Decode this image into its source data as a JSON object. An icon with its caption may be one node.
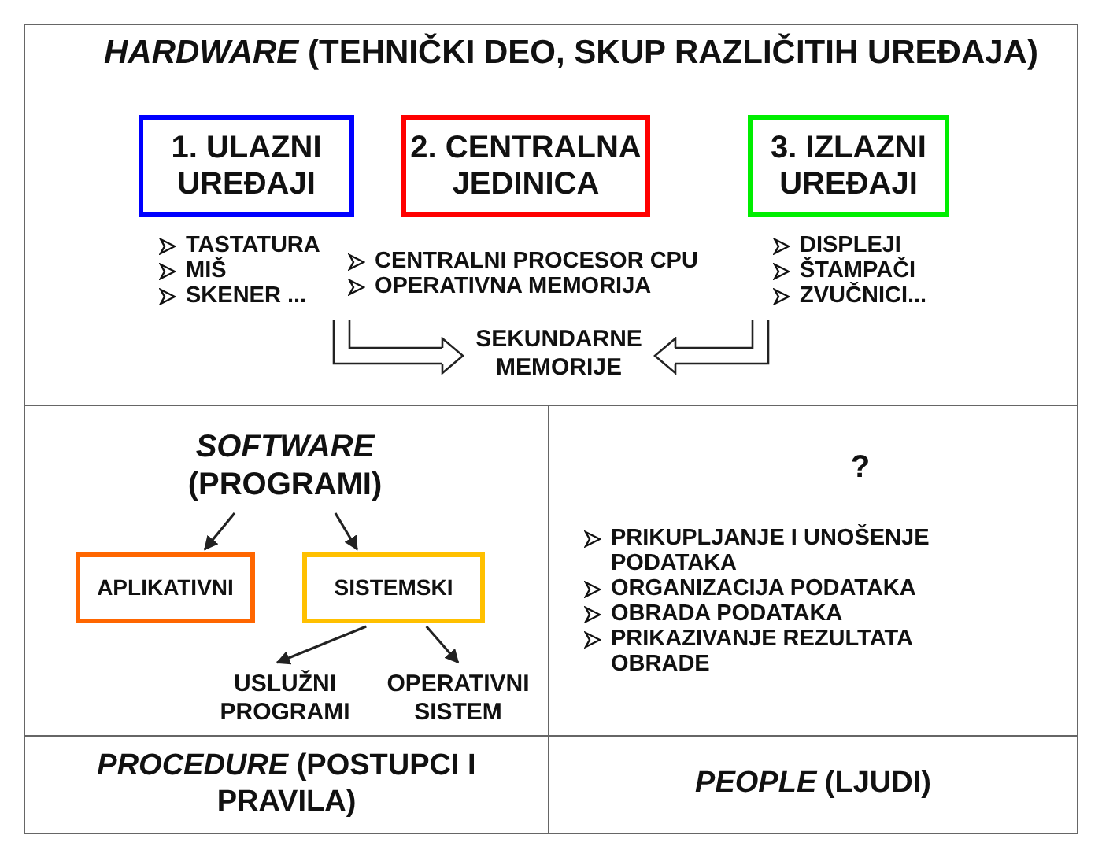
{
  "diagram": {
    "nodes": [
      {
        "text": [
          "*HARDWARE* (TEHNIČKI DEO, SKUP RAZLIČITIH UREĐAJA)"
        ]
      },
      {
        "text": [
          "1. ULAZNI UREĐAJI"
        ],
        "in": 0,
        "beside": [
          "TASTATURA",
          "MIŠ",
          "SKENER ..."
        ]
      },
      {
        "text": [
          "2. CENTRALNA JEDINICA"
        ],
        "in": 0,
        "beside": [
          "CENTRALNI PROCESOR CPU",
          "OPERATIVNA MEMORIJA"
        ]
      },
      {
        "text": [
          "3. IZLAZNI UREĐAJI"
        ],
        "in": 0,
        "beside": [
          "DISPLEJI",
          "ŠTAMPAČI",
          "ZVUČNICI..."
        ]
      },
      {
        "text": [
          "SEKUNDARNE MEMORIJE"
        ],
        "in": 0
      },
      {
        "text": [],
        "shape": "box"
      },
      {
        "text": [
          "*SOFTWARE* (PROGRAMI)"
        ],
        "in": 5
      },
      {
        "text": [
          "APLIKATIVNI"
        ],
        "in": 5
      },
      {
        "text": [
          "SISTEMSKI"
        ],
        "in": 5
      },
      {
        "text": [
          "USLUŽNI PROGRAMI"
        ],
        "in": 5
      },
      {
        "text": [
          "OPERATIVNI SISTEM"
        ],
        "in": 5
      },
      {
        "text": [
          "?",
          "PRIKUPLJANJE I UNOŠENJE PODATAKA",
          "ORGANIZACIJA PODATAKA",
          "OBRADA PODATAKA",
          "PRIKAZIVANJE REZULTATA OBRADE"
        ]
      },
      {
        "text": [
          "*PROCEDURE* (POSTUPCI I PRAVILA)"
        ]
      },
      {
        "text": [
          "*PEOPLE* (LJUDI)"
        ]
      }
    ],
    "edges": [
      {
        "from": 6,
        "to": 7,
        "arrow": "to"
      },
      {
        "from": 6,
        "to": 8,
        "arrow": "to"
      },
      {
        "from": 8,
        "to": 9,
        "arrow": "to"
      },
      {
        "from": 8,
        "to": 10,
        "arrow": "to"
      },
      {
        "from": null,
        "to": 4,
        "arrow": "to"
      },
      {
        "from": null,
        "to": 4,
        "arrow": "to"
      }
    ]
  }
}
